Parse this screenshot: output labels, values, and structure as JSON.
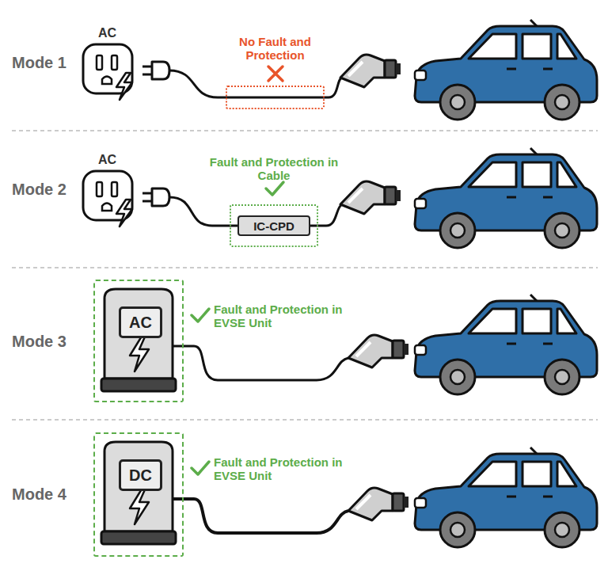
{
  "diagram": {
    "nodes": [
      {
        "text": [
          "No Fault and Protection"
        ]
      },
      {
        "text": [
          "Fault and Protection in Cable"
        ]
      },
      {
        "text": [
          "IC-CPD"
        ],
        "in": 1
      },
      {
        "text": [
          "Fault and Protection in EVSE Unit"
        ]
      },
      {
        "text": [
          "AC"
        ],
        "in": 3
      },
      {
        "text": [
          "Fault and Protection in EVSE Unit"
        ]
      },
      {
        "text": [
          "DC"
        ],
        "in": 5
      }
    ],
    "labels": [
      "Mode 1",
      "AC",
      "Mode 2",
      "AC",
      "Mode 3",
      "Mode 4"
    ]
  }
}
